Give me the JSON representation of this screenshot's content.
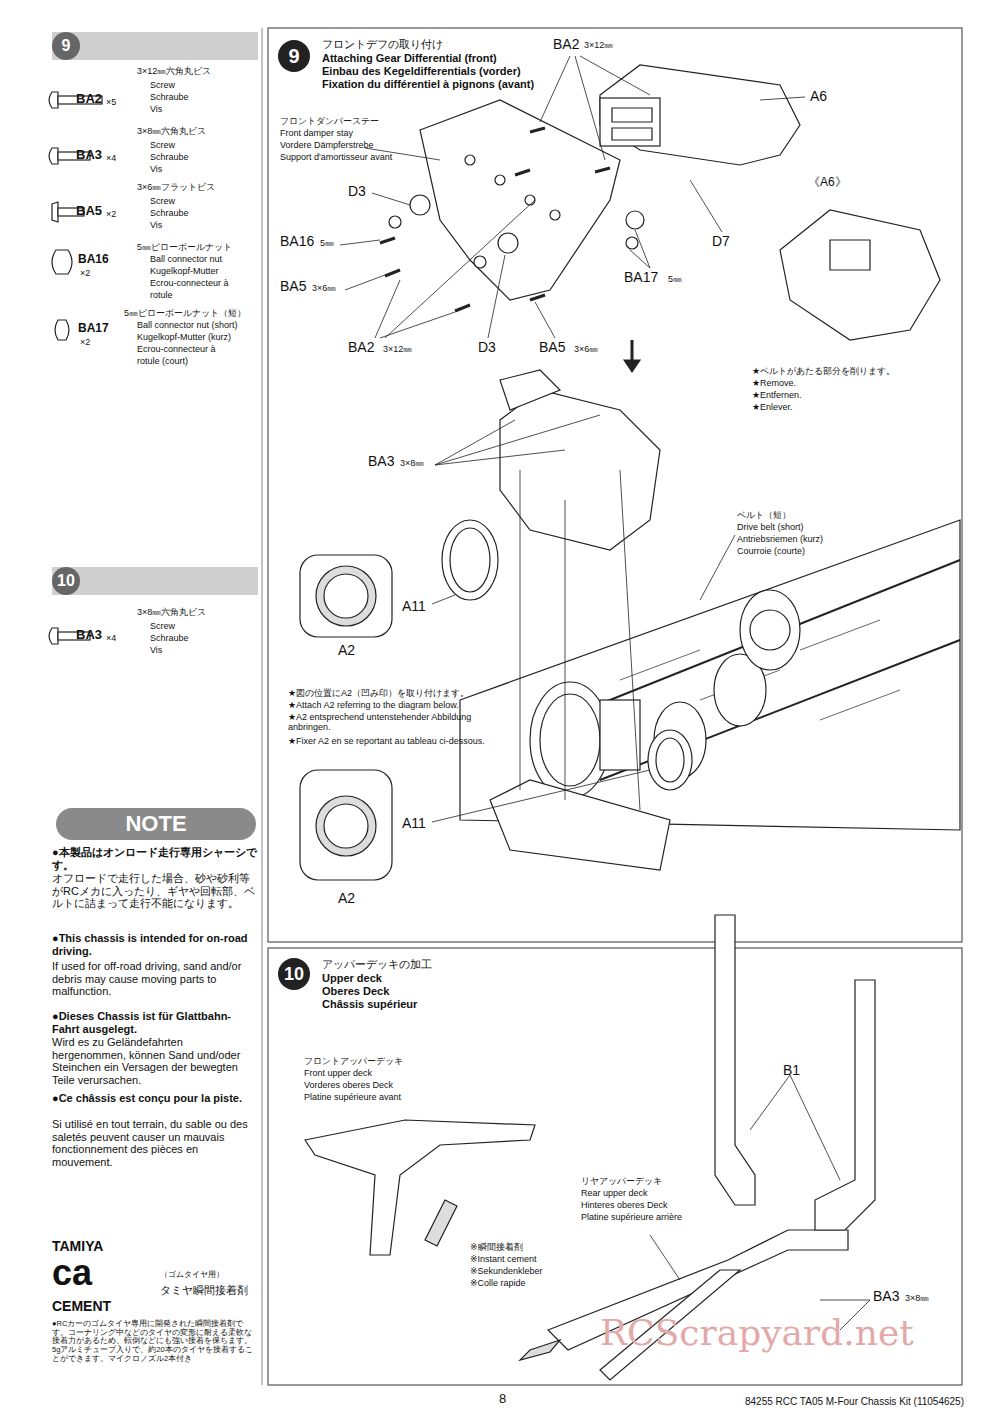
{
  "diagram": {
    "nodes": [
      {
        "text": [
          "9"
        ]
      },
      {
        "text": [
          "10"
        ]
      },
      {
        "text": [
          "NOTE"
        ]
      },
      {
        "text": [
          "9"
        ]
      },
      {
        "text": [
          "10"
        ]
      }
    ],
    "labels": [
      "3×12㎜六角丸ビス",
      "Screw",
      "Schraube",
      "Vis",
      "BA2",
      "×5",
      "3×8㎜六角丸ビス",
      "Screw",
      "Schraube",
      "Vis",
      "BA3",
      "×4",
      "3×6㎜フラットビス",
      "Screw",
      "Schraube",
      "Vis",
      "BA5",
      "×2",
      "5㎜ピローボールナット",
      "Ball connector nut",
      "Kugelkopf-Mutter",
      "Ecrou-connecteur à",
      "rotule",
      "BA16",
      "×2",
      "5㎜ピローボールナット（短）",
      "Ball connector nut (short)",
      "Kugelkopf-Mutter (kurz)",
      "Ecrou-connecteur à",
      "rotule (court)",
      "BA17",
      "×2",
      "3×8㎜六角丸ビス",
      "Screw",
      "Schraube",
      "Vis",
      "BA3",
      "×4",
      "●本製品はオンロード走行専用シャーシです。",
      "オフロードで走行した場合、砂や砂利等がRCメカに入ったり、ギヤや回転部、ベルトに詰まって走行不能になります。",
      "●This chassis is intended for on-road driving.",
      "If used for off-road driving, sand and/or debris may cause moving parts to malfunction.",
      "●Dieses Chassis ist für Glattbahn-Fahrt ausgelegt.",
      "Wird es zu Geländefahrten hergenommen, können Sand und/oder Steinchen ein Versagen der bewegten Teile verursachen.",
      "●Ce châssis est conçu pour la piste.",
      "Si utilisé en tout terrain, du sable ou des saletés peuvent causer un mauvais fonctionnement des pièces en mouvement.",
      "TAMIYA",
      "ca",
      "CEMENT",
      "（ゴムタイヤ用）",
      "タミヤ瞬間接着剤",
      "●RCカーのゴムタイヤ専用に開発された瞬間接着剤です。コーナリング中などのタイヤの変形に耐える柔軟な接着力があるため、転倒などにも強い接着を保ちます。5gアルミチューブ入りで、約20本のタイヤを接着することができます。マイクロノズル2本付き",
      "フロントデフの取り付け",
      "Attaching Gear Differential (front)",
      "Einbau des Kegeldifferentials (vorder)",
      "Fixation du différentiel à pignons (avant)",
      "BA2",
      "3×12㎜",
      "A6",
      "フロントダンパーステー",
      "Front damper stay",
      "Vordere Dämpferstrebe",
      "Support d'amortisseur avant",
      "D3",
      "BA16",
      "5㎜",
      "BA5",
      "3×6㎜",
      "BA2",
      "3×12㎜",
      "D3",
      "BA5",
      "3×6㎜",
      "D7",
      "BA17",
      "5㎜",
      "《A6》",
      "★ベルトがあたる部分を削ります。",
      "★Remove.",
      "★Entfernen.",
      "★Enlever.",
      "BA3",
      "3×8㎜",
      "ベルト（短）",
      "Drive belt (short)",
      "Antriebsriemen (kurz)",
      "Courroie (courte)",
      "A11",
      "A2",
      "★図の位置にA2（凹み印）を取り付けます。",
      "★Attach A2 referring to the diagram below.",
      "★A2 entsprechend untenstehender Abbildung anbringen.",
      "★Fixer A2 en se reportant au tableau ci-dessous.",
      "A11",
      "A2",
      "アッパーデッキの加工",
      "Upper deck",
      "Oberes Deck",
      "Châssis supérieur",
      "フロントアッパーデッキ",
      "Front upper deck",
      "Vorderes oberes Deck",
      "Platine supérieure avant",
      "B1",
      "※瞬間接着剤",
      "※Instant cement",
      "※Sekundenkleber",
      "※Colle rapide",
      "リヤアッパーデッキ",
      "Rear upper deck",
      "Hinteres oberes Deck",
      "Platine supérieure arrière",
      "BA3",
      "3×8㎜",
      "8",
      "84255 RCC TA05 M-Four Chassis Kit (11054625)",
      "RCScrapyard.net"
    ]
  }
}
